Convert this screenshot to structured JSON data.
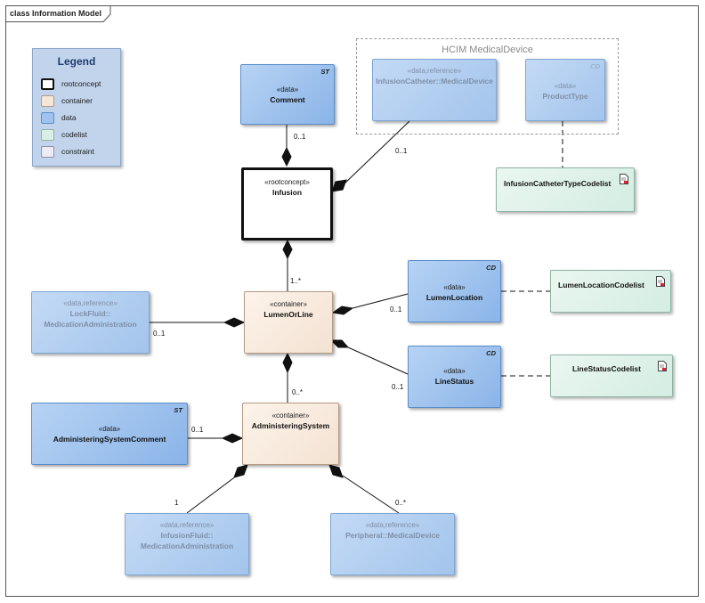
{
  "frame": {
    "title": "class Information Model"
  },
  "legend": {
    "title": "Legend",
    "items": [
      {
        "label": "rootconcept",
        "swatch": "#ffffff",
        "border": "#111111"
      },
      {
        "label": "container",
        "swatch": "#f6e6d8",
        "border": "#b59b84"
      },
      {
        "label": "data",
        "swatch": "#9fc3ee",
        "border": "#5b8ec9"
      },
      {
        "label": "codelist",
        "swatch": "#d9efe5",
        "border": "#8fb3a1"
      },
      {
        "label": "constraint",
        "swatch": "#ecebf6",
        "border": "#8f8fae"
      }
    ]
  },
  "package": {
    "title": "HCIM MedicalDevice"
  },
  "nodes": {
    "comment": {
      "stereo": "«data»",
      "name": "Comment",
      "tag": "ST"
    },
    "infusion_catheter": {
      "stereo": "«data,reference»",
      "name": "InfusionCatheter::MedicalDevice"
    },
    "product_type": {
      "stereo": "«data»",
      "name": "ProductType",
      "tag": "CD"
    },
    "infusion_catheter_codelist": {
      "name": "InfusionCatheterTypeCodelist"
    },
    "infusion": {
      "stereo": "«rootconcept»",
      "name": "Infusion"
    },
    "lock_fluid": {
      "stereo": "«data,reference»",
      "name1": "LockFluid::",
      "name2": "MedicationAdministration"
    },
    "lumen_or_line": {
      "stereo": "«container»",
      "name": "LumenOrLine"
    },
    "lumen_location": {
      "stereo": "«data»",
      "name": "LumenLocation",
      "tag": "CD"
    },
    "lumen_location_codelist": {
      "name": "LumenLocationCodelist"
    },
    "line_status": {
      "stereo": "«data»",
      "name": "LineStatus",
      "tag": "CD"
    },
    "line_status_codelist": {
      "name": "LineStatusCodelist"
    },
    "administering_system_comment": {
      "stereo": "«data»",
      "name": "AdministeringSystemComment",
      "tag": "ST"
    },
    "administering_system": {
      "stereo": "«container»",
      "name": "AdministeringSystem"
    },
    "infusion_fluid": {
      "stereo": "«data,reference»",
      "name1": "InfusionFluid::",
      "name2": "MedicationAdministration"
    },
    "peripheral": {
      "stereo": "«data,reference»",
      "name": "Peripheral::MedicalDevice"
    }
  },
  "multiplicities": {
    "comment": "0..1",
    "catheter": "0..1",
    "lumen": "1..*",
    "lock_fluid": "0..1",
    "lumen_location": "0..1",
    "line_status": "0..1",
    "administering_system": "0..*",
    "as_comment": "0..1",
    "infusion_fluid": "1",
    "peripheral": "0..*"
  }
}
